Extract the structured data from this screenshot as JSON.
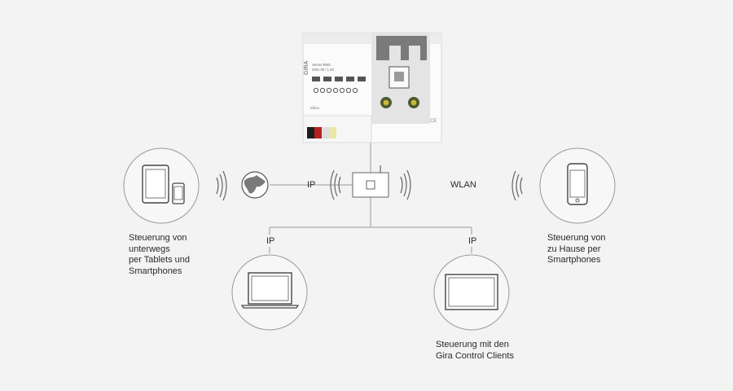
{
  "device": {
    "brand": "GIRA",
    "model_line1": "Server RMS",
    "model_line2": "2091 00 / 1 00",
    "bus_label": "eibus"
  },
  "connections": {
    "ip_internet": "IP",
    "ip_left": "IP",
    "ip_right": "IP",
    "wlan": "WLAN"
  },
  "labels": {
    "mobile_away": [
      "Steuerung von",
      "unterwegs",
      "per Tablets und",
      "Smartphones"
    ],
    "mobile_home": [
      "Steuerung von",
      "zu Hause per",
      "Smartphones"
    ],
    "control_client": [
      "Steuerung mit den",
      "Gira Control Clients"
    ]
  }
}
